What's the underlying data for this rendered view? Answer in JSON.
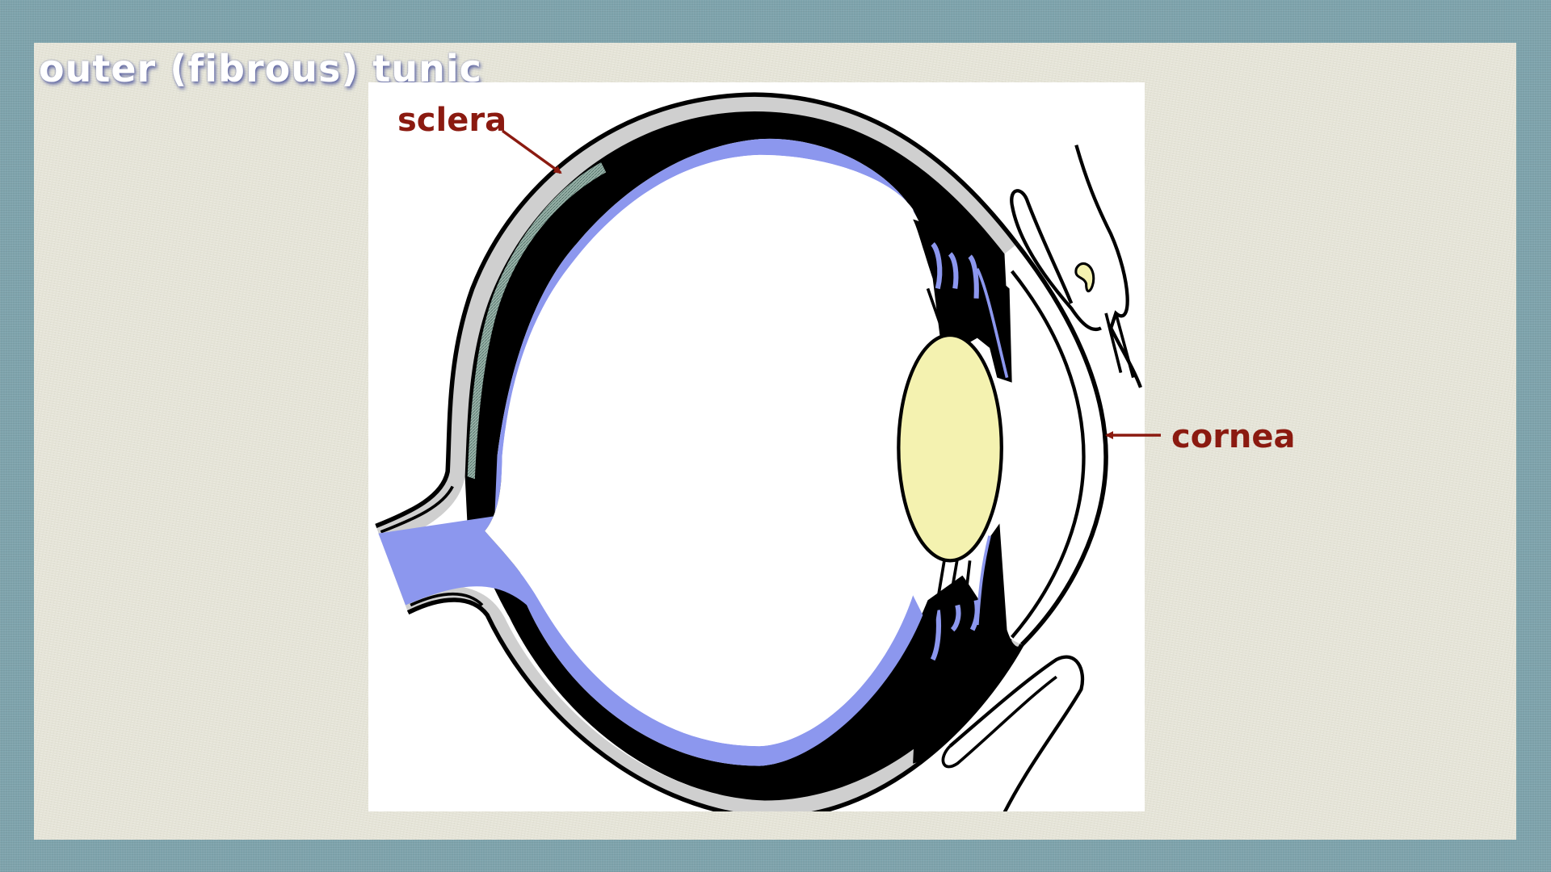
{
  "slide": {
    "title": "outer (fibrous) tunic"
  },
  "figure": {
    "subject": "eye cross-section",
    "labels": {
      "sclera": "sclera",
      "cornea": "cornea"
    }
  },
  "colors": {
    "frame": "#7fa4ad",
    "panel": "#e4e3d6",
    "label": "#8b1a10",
    "retina": "#8c97ee",
    "lens": "#f4f2b0",
    "sclera_gray": "#cfcfcf",
    "choroid": "#000000"
  }
}
